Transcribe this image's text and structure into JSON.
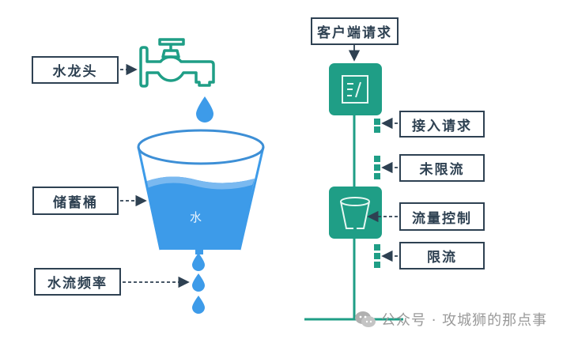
{
  "left_diagram": {
    "faucet_label": "水龙头",
    "bucket_label": "储蓄桶",
    "flow_rate_label": "水流频率",
    "water_label": "水"
  },
  "right_diagram": {
    "client_request_label": "客户端请求",
    "accept_request_label": "接入请求",
    "not_limited_label": "未限流",
    "flow_control_label": "流量控制",
    "limited_label": "限流"
  },
  "watermark": {
    "text": "公众号 · 攻城狮的那点事"
  },
  "colors": {
    "teal": "#1f9e86",
    "water_blue": "#3d9be9",
    "box_border": "#2e4152",
    "watermark": "#9a9a9a"
  }
}
